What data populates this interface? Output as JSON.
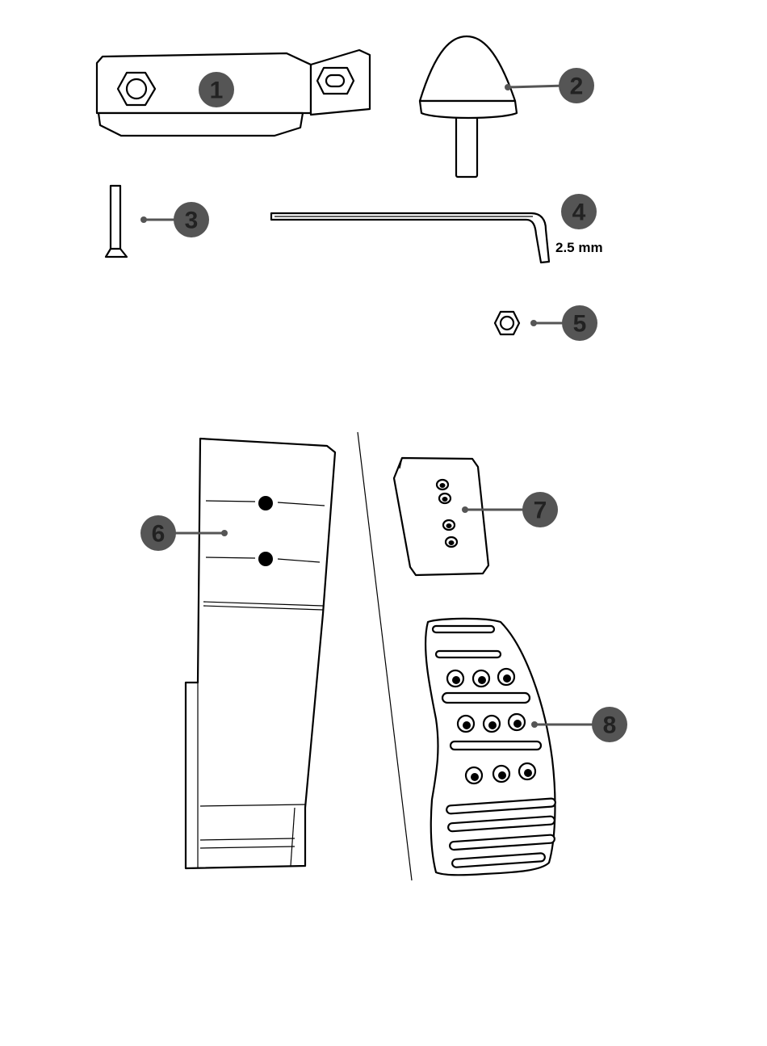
{
  "callouts": [
    {
      "number": "1",
      "color": "#555555"
    },
    {
      "number": "2",
      "color": "#555555"
    },
    {
      "number": "3",
      "color": "#555555"
    },
    {
      "number": "4",
      "color": "#555555"
    },
    {
      "number": "5",
      "color": "#555555"
    },
    {
      "number": "6",
      "color": "#555555"
    },
    {
      "number": "7",
      "color": "#555555"
    },
    {
      "number": "8",
      "color": "#555555"
    }
  ],
  "allen_key_size": "2.5 mm",
  "icons": [
    "bracket-icon",
    "rubber-stopper-icon",
    "screw-icon",
    "allen-key-icon",
    "hex-nut-icon",
    "pedal-arm-icon",
    "spacer-block-icon",
    "pedal-plate-icon"
  ]
}
